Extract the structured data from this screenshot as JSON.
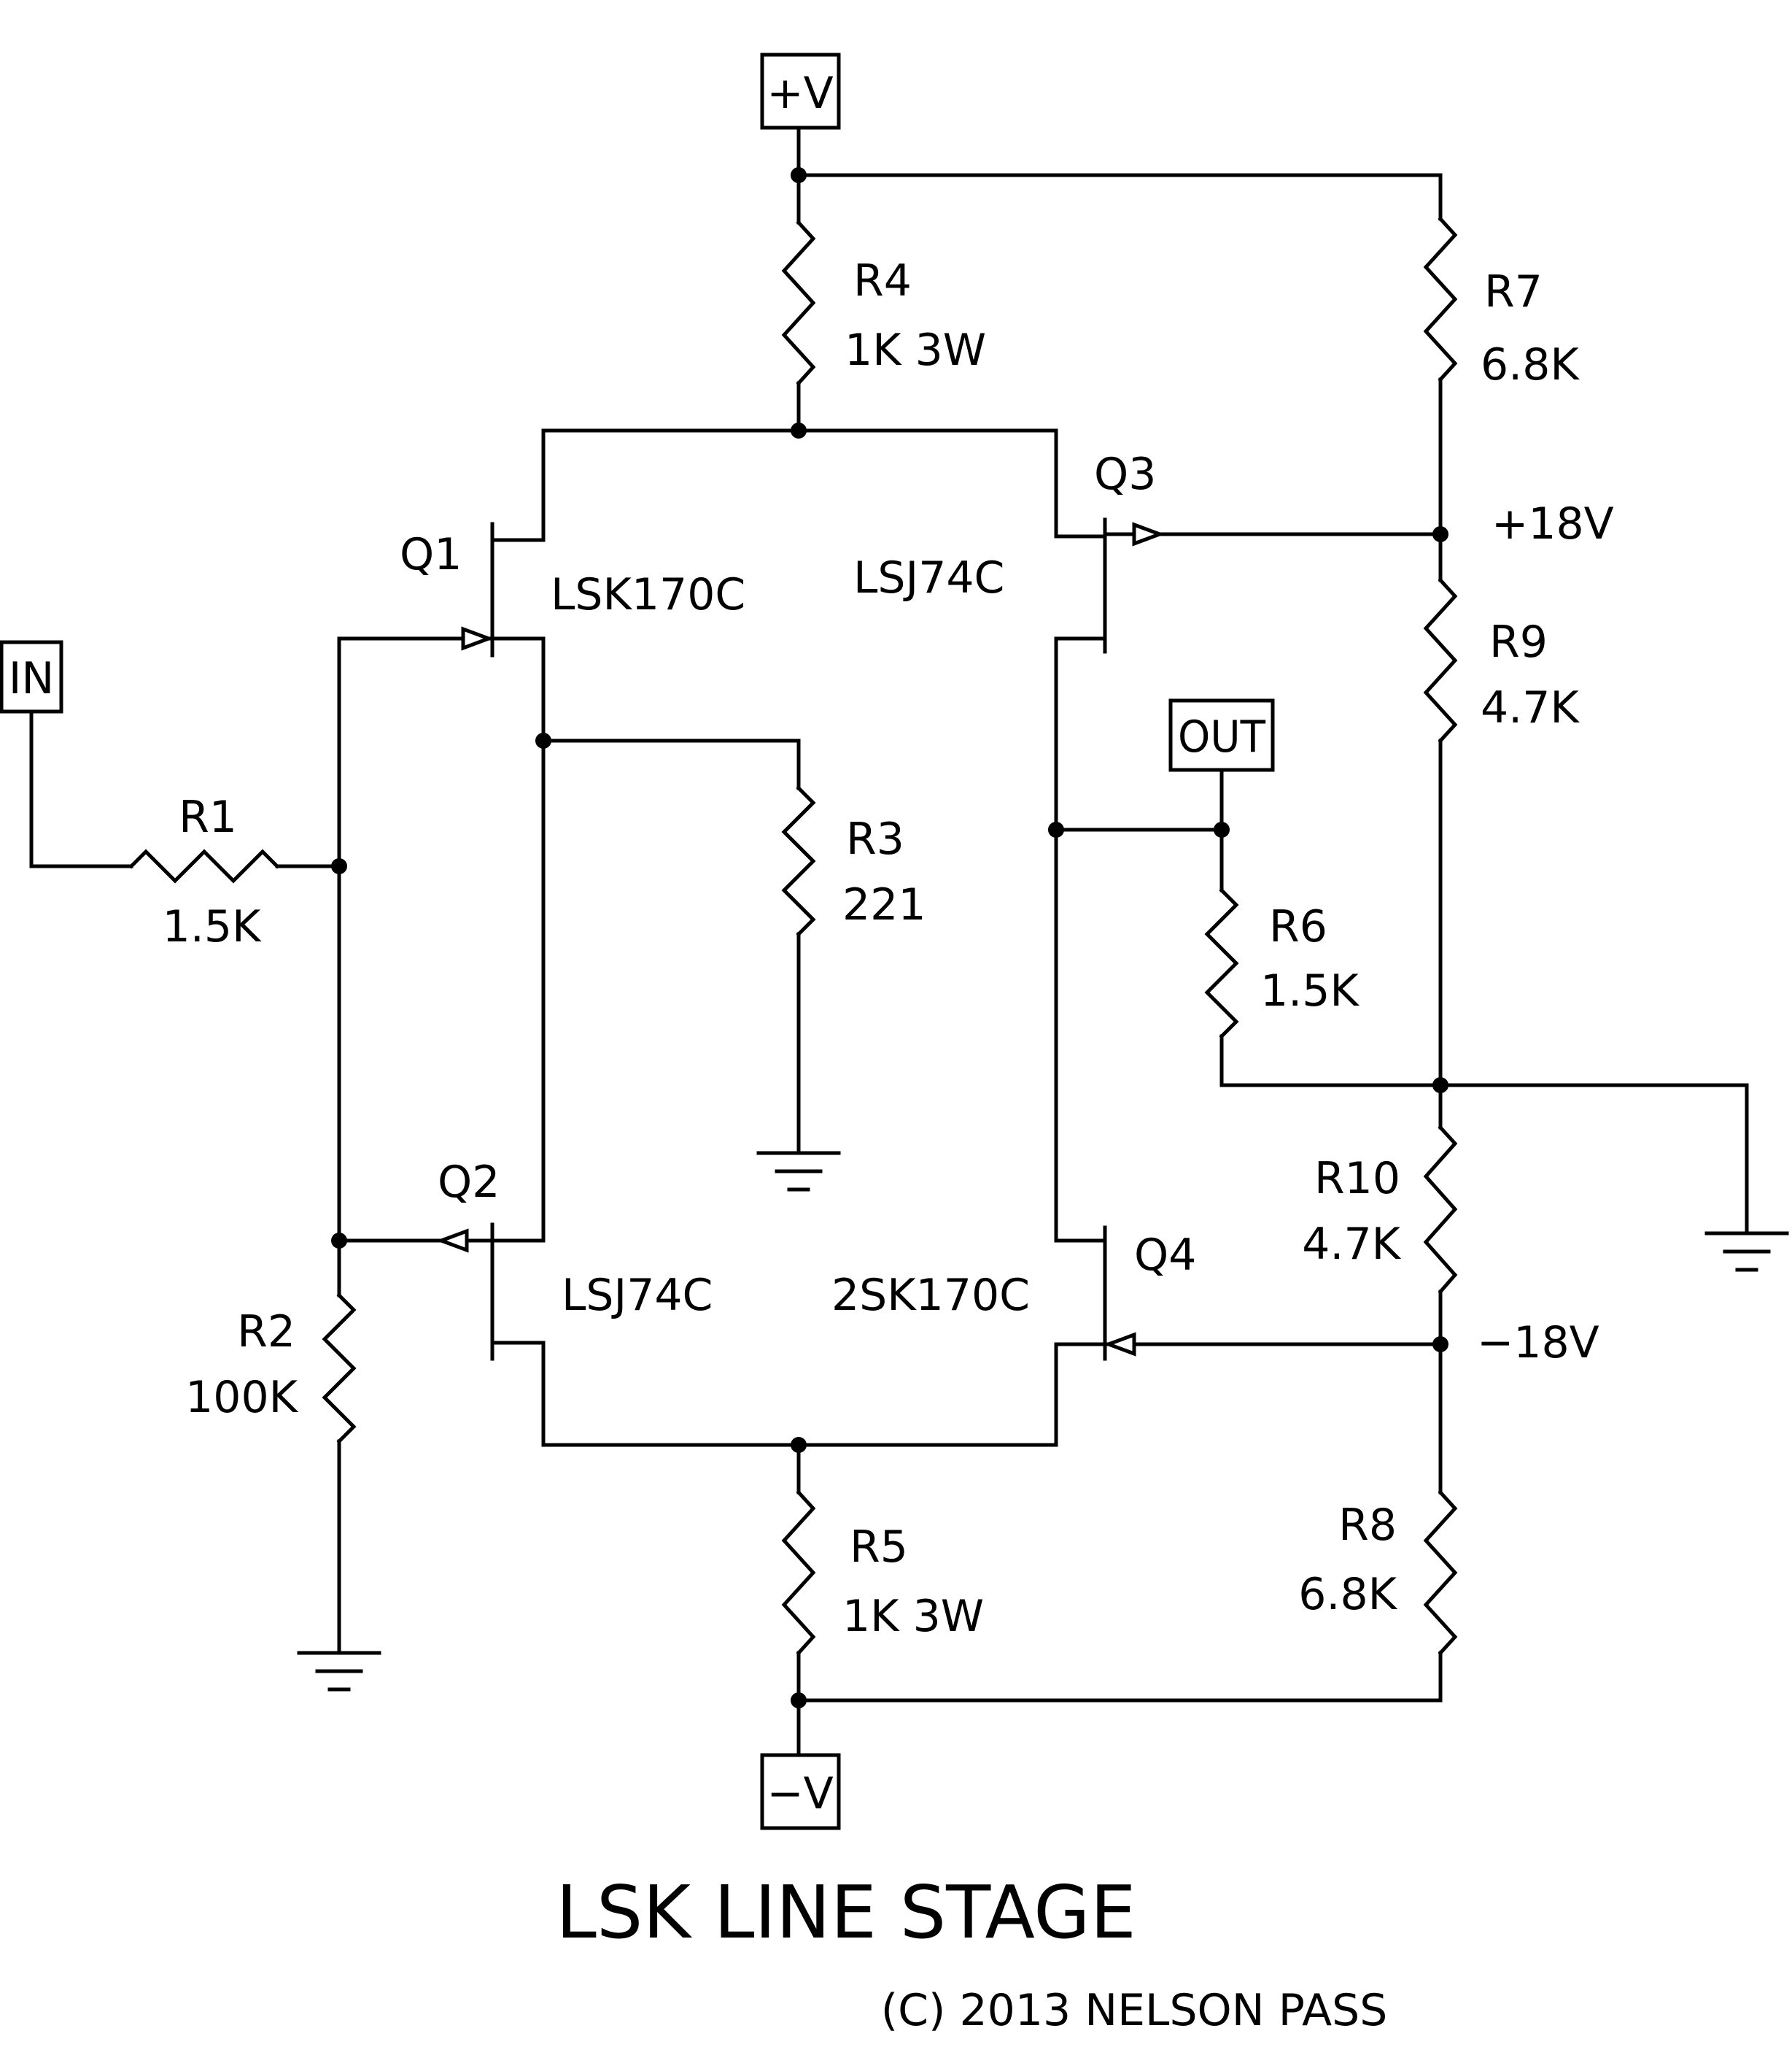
{
  "title": "LSK LINE STAGE",
  "copyright": "(C) 2013 NELSON PASS",
  "ports": {
    "vplus": "+V",
    "vminus": "−V",
    "in": "IN",
    "out": "OUT"
  },
  "rails": {
    "pos18": "+18V",
    "neg18": "−18V"
  },
  "resistors": {
    "r1": {
      "name": "R1",
      "value": "1.5K"
    },
    "r2": {
      "name": "R2",
      "value": "100K"
    },
    "r3": {
      "name": "R3",
      "value": "221"
    },
    "r4": {
      "name": "R4",
      "value": "1K 3W"
    },
    "r5": {
      "name": "R5",
      "value": "1K 3W"
    },
    "r6": {
      "name": "R6",
      "value": "1.5K"
    },
    "r7": {
      "name": "R7",
      "value": "6.8K"
    },
    "r8": {
      "name": "R8",
      "value": "6.8K"
    },
    "r9": {
      "name": "R9",
      "value": "4.7K"
    },
    "r10": {
      "name": "R10",
      "value": "4.7K"
    }
  },
  "transistors": {
    "q1": {
      "name": "Q1",
      "part": "LSK170C"
    },
    "q2": {
      "name": "Q2",
      "part": "LSJ74C"
    },
    "q3": {
      "name": "Q3",
      "part": "LSJ74C"
    },
    "q4": {
      "name": "Q4",
      "part": "2SK170C"
    }
  },
  "colors": {
    "ink": "#000000",
    "background": "#ffffff"
  }
}
